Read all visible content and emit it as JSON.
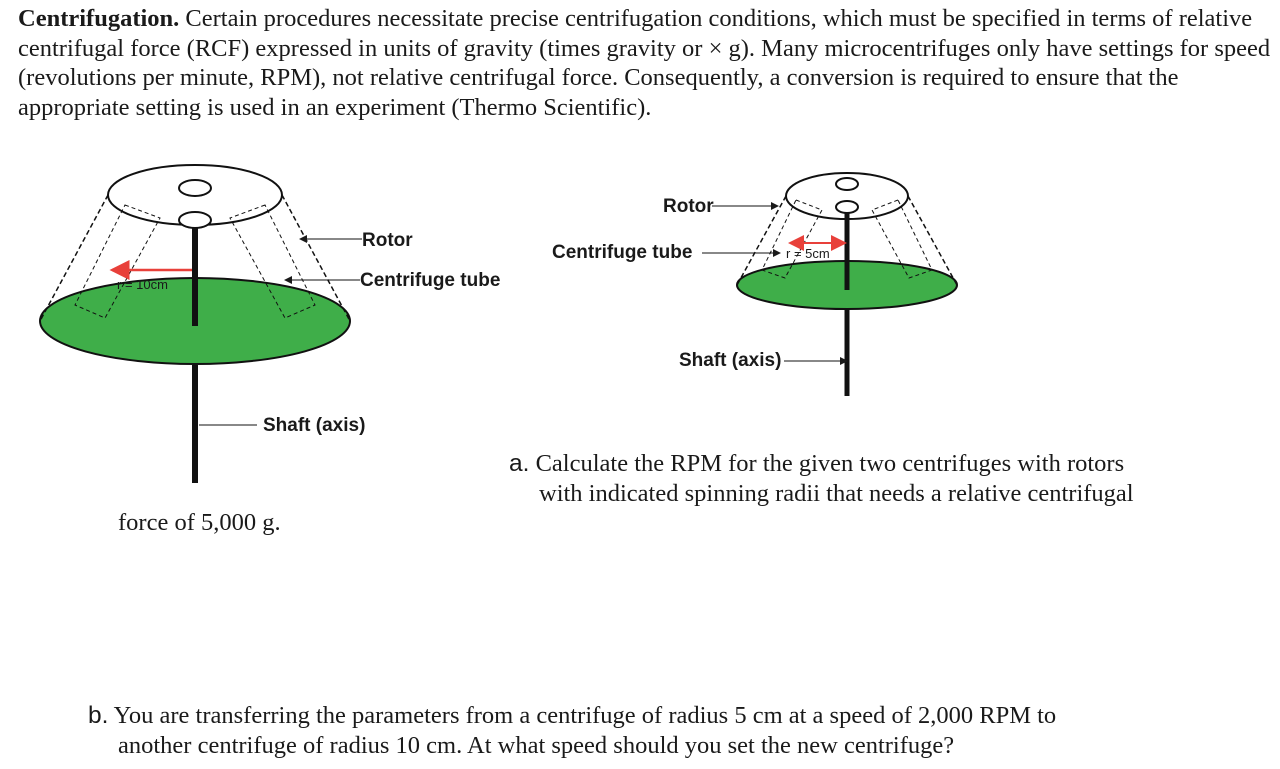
{
  "intro": {
    "heading": "Centrifugation.",
    "text": "Certain procedures necessitate precise centrifugation conditions, which must be specified in terms of relative centrifugal force (RCF) expressed in units of gravity (times gravity or × g). Many microcentrifuges only have settings for speed (revolutions per minute, RPM), not relative centrifugal force. Consequently, a conversion is required to ensure that the appropriate setting is used in an experiment (Thermo Scientific)."
  },
  "diagram_left": {
    "rotor_label": "Rotor",
    "tube_label": "Centrifuge tube",
    "shaft_label": "Shaft (axis)",
    "radius_label": "r = 10cm"
  },
  "diagram_right": {
    "rotor_label": "Rotor",
    "tube_label": "Centrifuge tube",
    "shaft_label": "Shaft (axis)",
    "radius_label": "r = 5cm"
  },
  "colors": {
    "base": "#3fae49",
    "arrow": "#e8403a"
  },
  "question_a": {
    "marker": "a.",
    "line1": "Calculate the RPM for the given two centrifuges with rotors",
    "line2": "with indicated spinning radii that needs a relative centrifugal",
    "line3": "force of 5,000 g."
  },
  "question_b": {
    "marker": "b.",
    "line1": "You are transferring the parameters from a centrifuge of radius 5 cm at a speed of 2,000 RPM to",
    "line2": "another centrifuge of radius 10 cm. At what speed should you set the new centrifuge?"
  }
}
